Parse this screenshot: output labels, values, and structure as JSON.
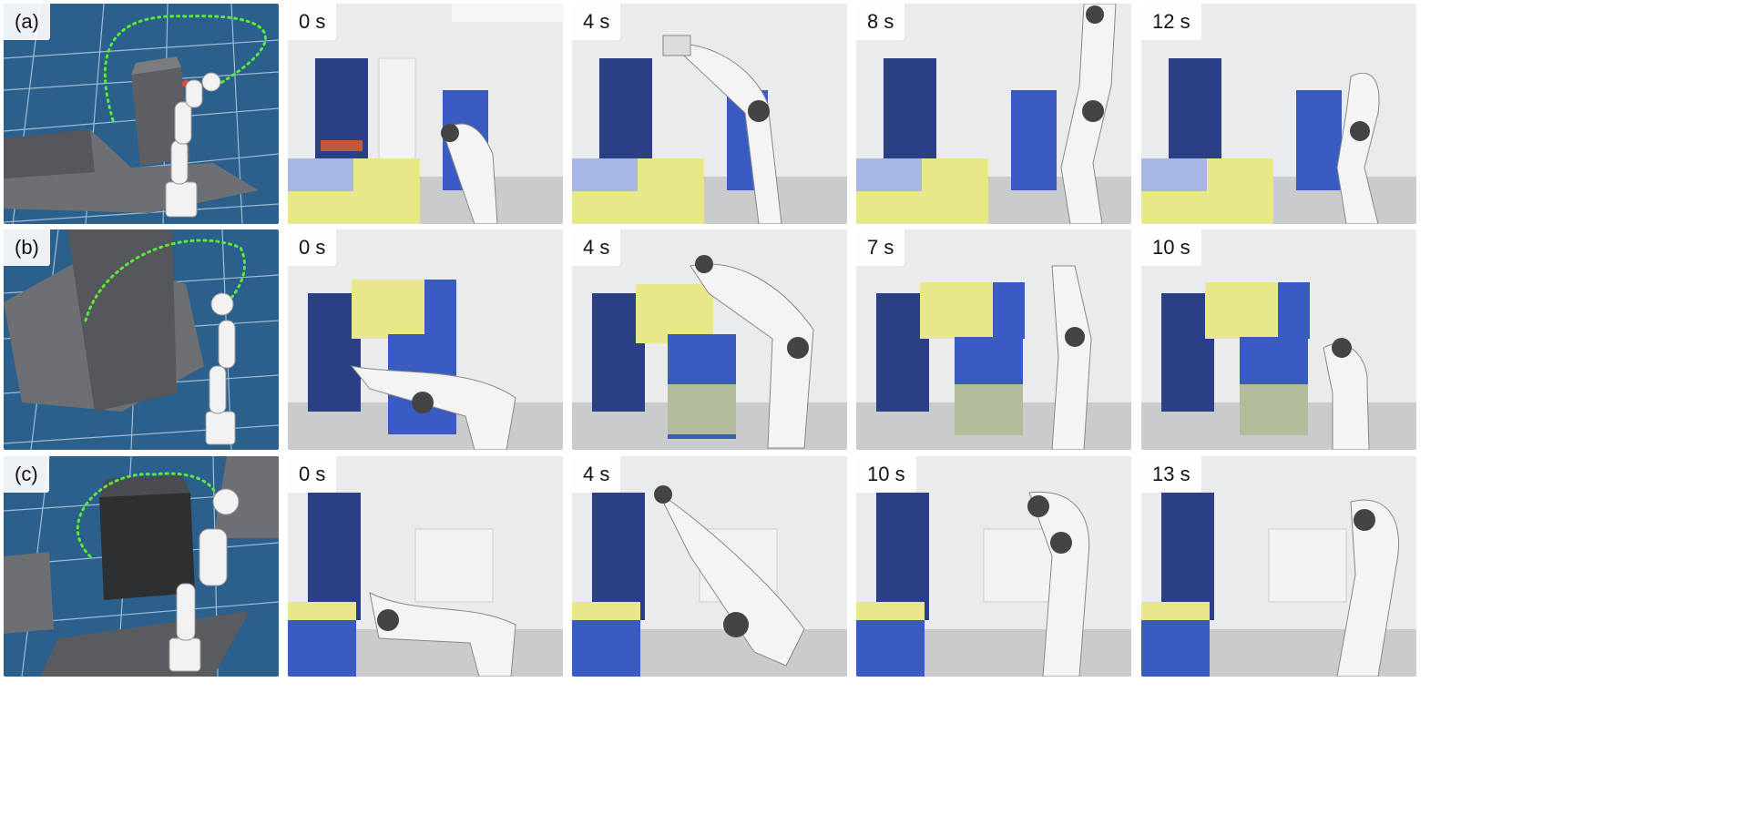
{
  "rows": [
    {
      "row_label": "(a)",
      "frames": [
        "0 s",
        "4 s",
        "8 s",
        "12 s"
      ]
    },
    {
      "row_label": "(b)",
      "frames": [
        "0 s",
        "4 s",
        "7 s",
        "10 s"
      ]
    },
    {
      "row_label": "(c)",
      "frames": [
        "0 s",
        "4 s",
        "10 s",
        "13 s"
      ]
    }
  ],
  "colors": {
    "sim_floor": "#2f6a9a",
    "trajectory": "#5bea3a",
    "cube_yellow": "#e8e78a",
    "cube_blue": "#3a5cc2",
    "lab_wall": "#e9ebec",
    "robot_white": "#f4f4f4"
  }
}
